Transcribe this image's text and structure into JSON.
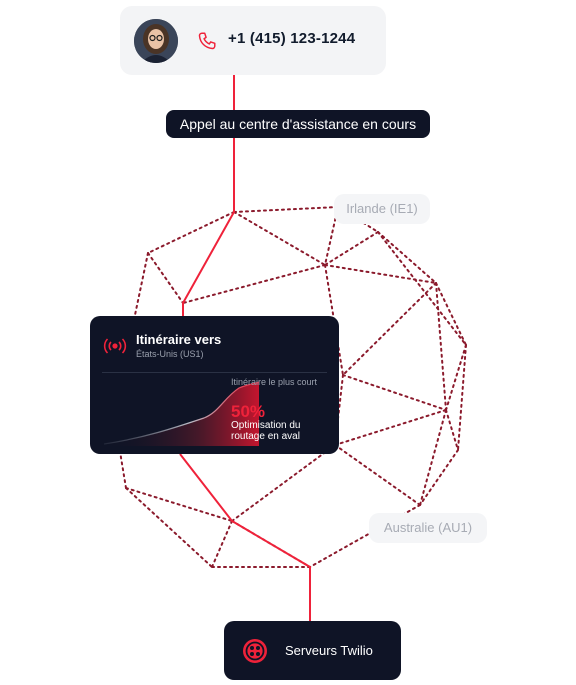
{
  "call": {
    "phone_number": "+1 (415) 123-1244",
    "icons": {
      "avatar": "person-avatar",
      "phone": "phone-icon"
    }
  },
  "status_pill": {
    "label": "Appel au centre d'assistance en cours"
  },
  "regions": {
    "ireland": "Irlande (IE1)",
    "australia": "Australie (AU1)"
  },
  "route_card": {
    "title": "Itinéraire vers",
    "subtitle": "États-Unis (US1)",
    "shortest_label": "Itinéraire le plus court",
    "optimization_percent": "50%",
    "optimization_label": "Optimisation du routage en aval",
    "icon": "broadcast-icon"
  },
  "servers": {
    "label": "Serveurs Twilio",
    "icon": "twilio-logo-icon"
  },
  "colors": {
    "accent_red": "#ef223a",
    "dark_navy": "#0f1426",
    "dotted_mesh": "#8b1a2c",
    "light_card": "#f3f4f6",
    "muted_text": "#a7abb4"
  }
}
